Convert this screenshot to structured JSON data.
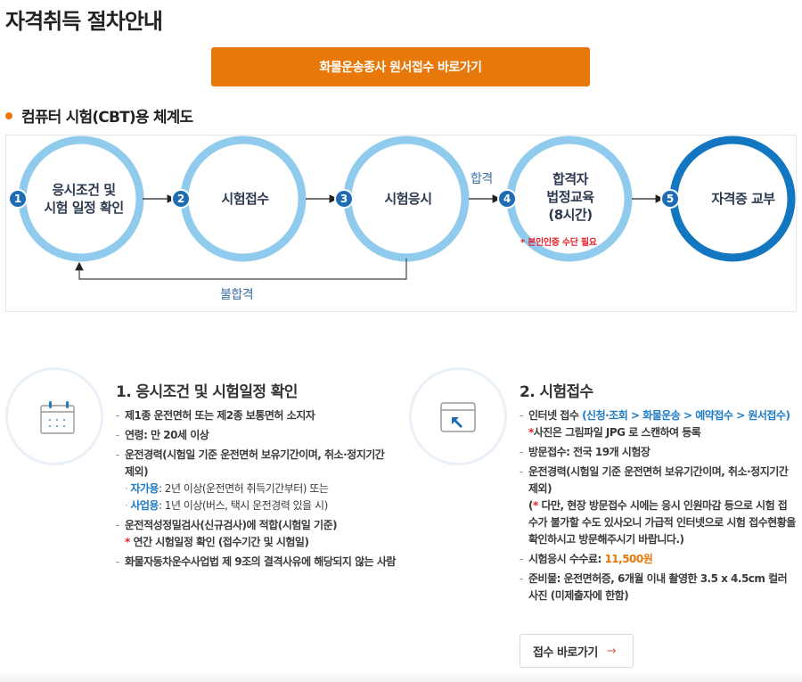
{
  "page": {
    "title": "자격취득 절차안내"
  },
  "cta": {
    "label": "화물운송종사 원서접수 바로가기",
    "color": "#e8780a"
  },
  "section": {
    "heading": "컴퓨터 시험(CBT)용 체계도"
  },
  "diagram": {
    "steps": [
      {
        "num": "1",
        "line1": "응시조건 및",
        "line2": "시험 일정 확인",
        "line3": ""
      },
      {
        "num": "2",
        "line1": "시험접수",
        "line2": "",
        "line3": ""
      },
      {
        "num": "3",
        "line1": "시험응시",
        "line2": "",
        "line3": ""
      },
      {
        "num": "4",
        "line1": "합격자",
        "line2": "법정교육",
        "line3": "(8시간)",
        "note": "* 본인인증 수단 필요"
      },
      {
        "num": "5",
        "line1": "자격증 교부",
        "line2": "",
        "line3": ""
      }
    ],
    "pass_label": "합격",
    "fail_label": "불합격",
    "colors": {
      "ring": "#90cbee",
      "ring_final": "#1276c0",
      "badge": "#1e6db4"
    }
  },
  "blocks": {
    "apply_conditions": {
      "icon": "calendar-icon",
      "title": "1. 응시조건 및 시험일정 확인",
      "items": {
        "license": "제1종 운전면허 또는 제2종 보통면허 소지자",
        "age": "연령: 만 20세 이상",
        "experience": "운전경력(시험일 기준 운전면허 보유기간이며, 취소·정지기간 제외)",
        "private_label": "자가용",
        "private_text": ": 2년 이상(운전면허 취득기간부터) 또는",
        "business_label": "사업용",
        "business_text": ": 1년 이상(버스, 택시 운전경력 있을 시)",
        "aptitude": "운전적성정밀검사(신규검사)에 적합(시험일 기준)",
        "schedule_star": "*",
        "schedule_note": " 연간 시험일정 확인 (접수기간 및 시험일)",
        "disqualify": "화물자동차운수사업법 제 9조의 결격사유에 해당되지 않는 사람"
      }
    },
    "registration": {
      "icon": "window-cursor-icon",
      "title": "2. 시험접수",
      "items": {
        "internet_label": "인터넷 접수 ",
        "internet_path": "(신청·조회 > 화물운송 > 예약접수 > 원서접수)",
        "photo_star": "*",
        "photo_note": "사진은 그림파일 JPG 로 스캔하여 등록",
        "visit": "방문접수: 전국 19개 시험장",
        "experience": "운전경력(시험일 기준 운전면허 보유기간이며, 취소·정지기간 제외)",
        "visit_note_open": "(",
        "visit_note_star": "*",
        "visit_note": " 다만, 현장 방문접수 시에는 응시 인원마감 등으로 시험 접수가 불가할 수도 있사오니 가급적 인터넷으로 시험 접수현황을 확인하시고 방문해주시기 바랍니다.)",
        "fee_label": "시험응시 수수료: ",
        "fee_value": "11,500원",
        "materials": "준비물: 운전면허증, 6개월 이내 촬영한 3.5 x 4.5cm 컬러사진 (미제출자에 한함)"
      },
      "button": {
        "label": "접수 바로가기",
        "arrow": "→"
      }
    }
  }
}
